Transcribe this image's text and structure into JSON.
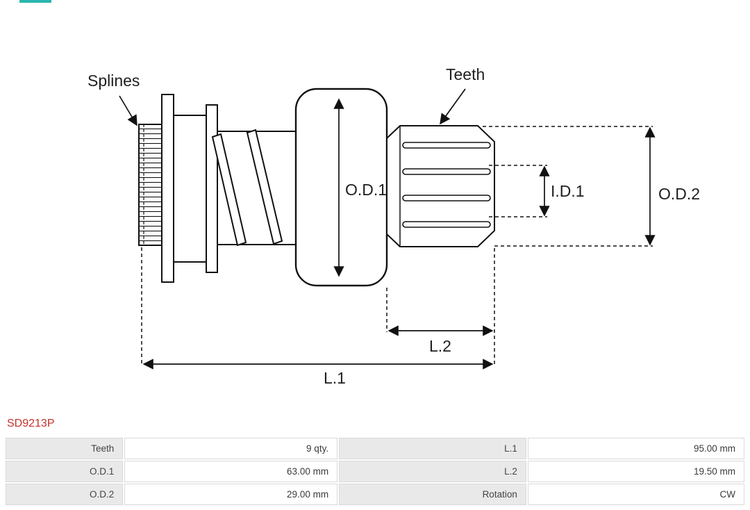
{
  "brand": {
    "accent_color": "#2ab7ad"
  },
  "diagram": {
    "labels": {
      "splines": "Splines",
      "teeth": "Teeth",
      "od1": "O.D.1",
      "id1": "I.D.1",
      "od2": "O.D.2",
      "l2": "L.2",
      "l1": "L.1"
    }
  },
  "part_number": {
    "text": "SD9213P",
    "color": "#c4302b"
  },
  "spec_table": {
    "rows": [
      {
        "l1": "Teeth",
        "v1": "9 qty.",
        "l2": "L.1",
        "v2": "95.00 mm"
      },
      {
        "l1": "O.D.1",
        "v1": "63.00 mm",
        "l2": "L.2",
        "v2": "19.50 mm"
      },
      {
        "l1": "O.D.2",
        "v1": "29.00 mm",
        "l2": "Rotation",
        "v2": "CW"
      }
    ]
  }
}
